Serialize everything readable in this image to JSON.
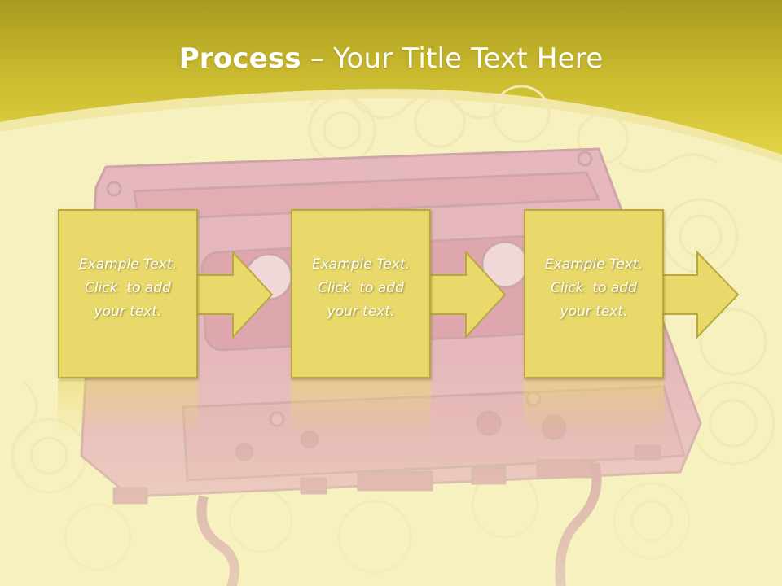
{
  "slide": {
    "title_bold": "Process",
    "title_rest": " – Your Title Text Here"
  },
  "steps": [
    {
      "line1": "Example Text.",
      "line2": "Click  to add",
      "line3": "your text."
    },
    {
      "line1": "Example Text.",
      "line2": "Click  to add",
      "line3": "your text."
    },
    {
      "line1": "Example Text.",
      "line2": "Click  to add",
      "line3": "your text."
    }
  ],
  "colors": {
    "header": "#c9b92e",
    "background": "#f7f0bf",
    "box_fill": "#e8d96a",
    "box_border": "#b9a83c",
    "cassette": "#e6b7bd"
  },
  "icons": {
    "background_art": "cassette-tape-icon",
    "connector": "arrow-right-icon"
  }
}
